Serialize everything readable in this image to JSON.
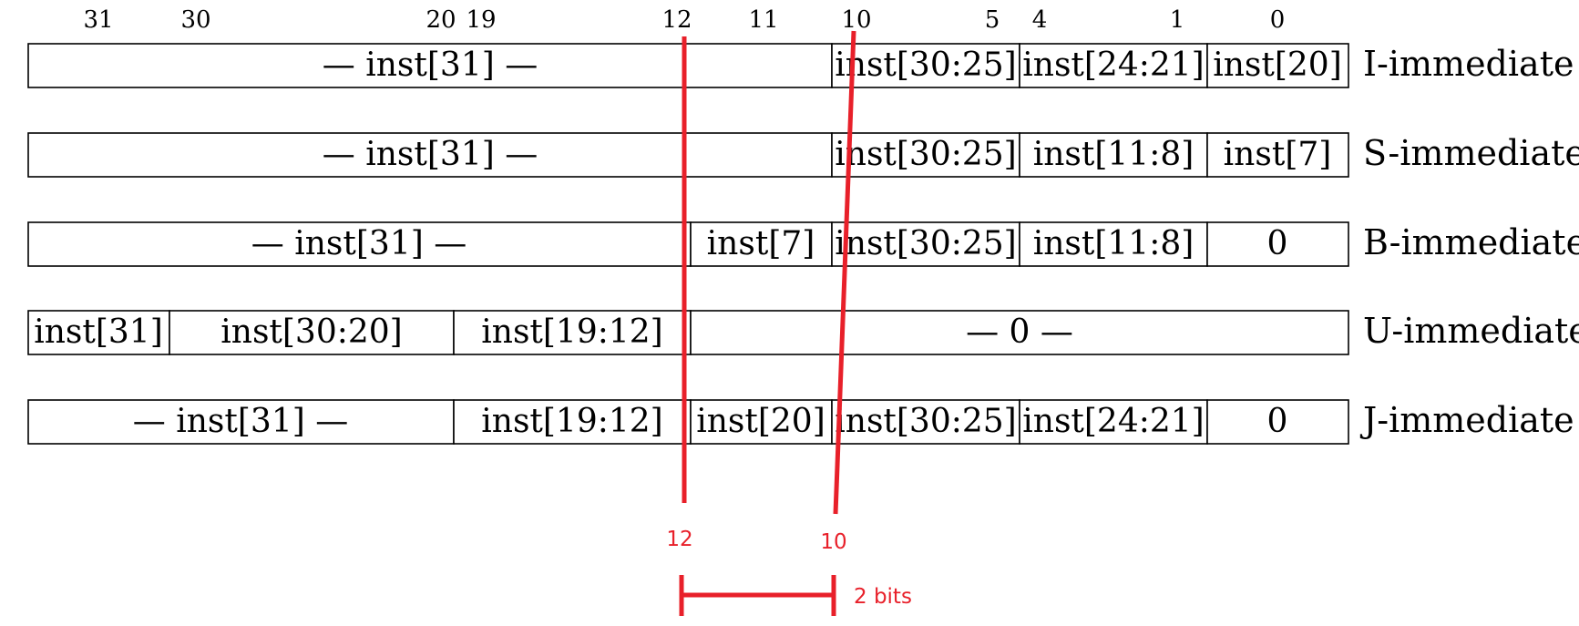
{
  "bit_positions": [
    "31",
    "30",
    "20",
    "19",
    "12",
    "11",
    "10",
    "5",
    "4",
    "1",
    "0"
  ],
  "rows": [
    {
      "label": "I-immediate",
      "cells": [
        {
          "text": "— inst[31] —"
        },
        {
          "text": "inst[30:25]"
        },
        {
          "text": "inst[24:21]"
        },
        {
          "text": "inst[20]"
        }
      ]
    },
    {
      "label": "S-immediate",
      "cells": [
        {
          "text": "— inst[31] —"
        },
        {
          "text": "inst[30:25]"
        },
        {
          "text": "inst[11:8]"
        },
        {
          "text": "inst[7]"
        }
      ]
    },
    {
      "label": "B-immediate",
      "cells": [
        {
          "text": "— inst[31] —"
        },
        {
          "text": "inst[7]"
        },
        {
          "text": "inst[30:25]"
        },
        {
          "text": "inst[11:8]"
        },
        {
          "text": "0"
        }
      ]
    },
    {
      "label": "U-immediate",
      "cells": [
        {
          "text": "inst[31]"
        },
        {
          "text": "inst[30:20]"
        },
        {
          "text": "inst[19:12]"
        },
        {
          "text": "— 0 —"
        }
      ]
    },
    {
      "label": "J-immediate",
      "cells": [
        {
          "text": "— inst[31] —"
        },
        {
          "text": "inst[19:12]"
        },
        {
          "text": "inst[20]"
        },
        {
          "text": "inst[30:25]"
        },
        {
          "text": "inst[24:21]"
        },
        {
          "text": "0"
        }
      ]
    }
  ],
  "annotation": {
    "left_marker": "12",
    "right_marker": "10",
    "span_label": "2 bits",
    "color": "#e8202a"
  }
}
